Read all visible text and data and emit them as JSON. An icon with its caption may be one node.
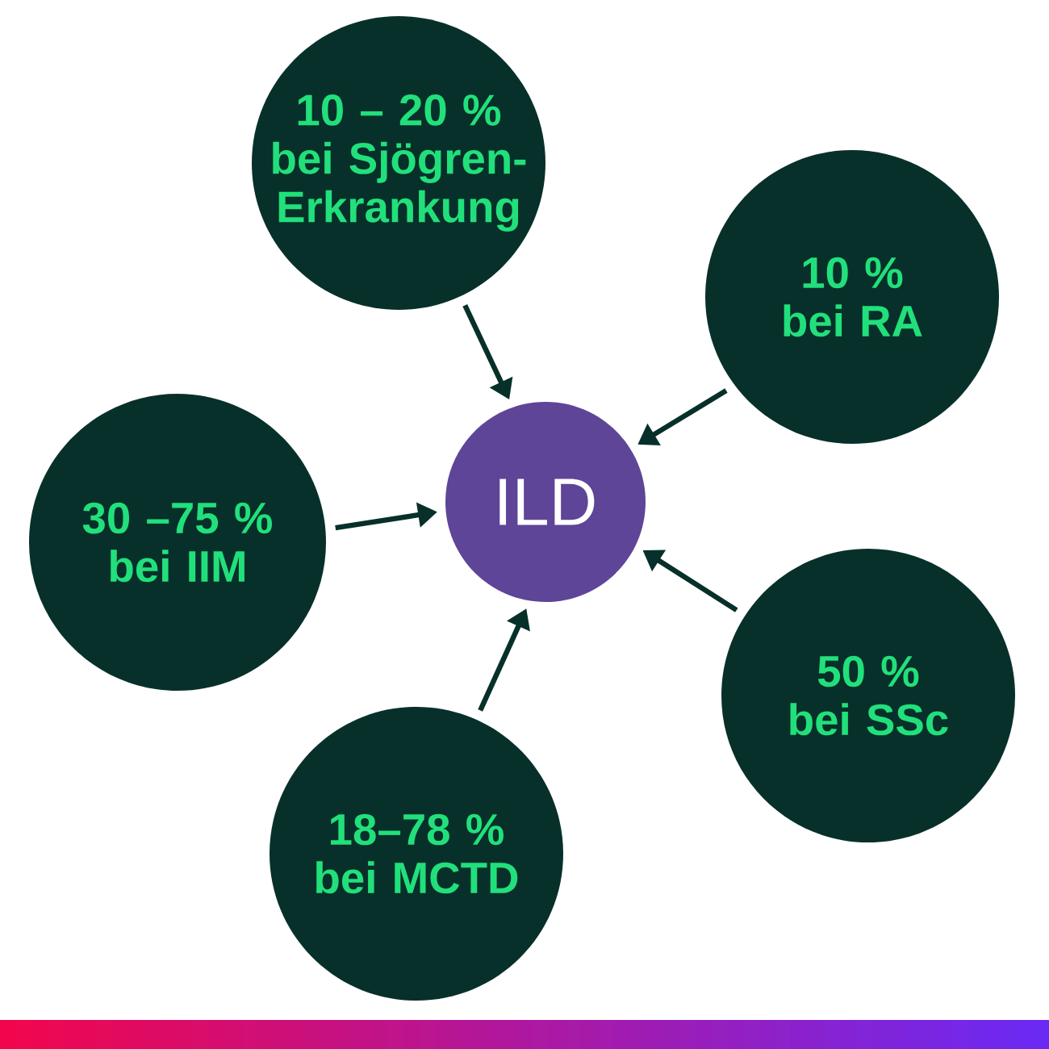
{
  "diagram": {
    "nodes": [
      {
        "text": [
          "10 – 20 %",
          "bei Sjögren-Erkrankung"
        ]
      },
      {
        "text": [
          "10 %",
          "bei RA"
        ]
      },
      {
        "text": [
          "30 –75 %",
          "bei IIM"
        ]
      },
      {
        "text": [
          "ILD"
        ]
      },
      {
        "text": [
          "50 %",
          "bei SSc"
        ]
      },
      {
        "text": [
          "18–78 %",
          "bei MCTD"
        ]
      }
    ],
    "edges": [
      {
        "from": 0,
        "to": 3,
        "arrow": "to"
      },
      {
        "from": 1,
        "to": 3,
        "arrow": "to"
      },
      {
        "from": 2,
        "to": 3,
        "arrow": "to"
      },
      {
        "from": 4,
        "to": 3,
        "arrow": "to"
      },
      {
        "from": 5,
        "to": 3,
        "arrow": "to"
      }
    ]
  }
}
